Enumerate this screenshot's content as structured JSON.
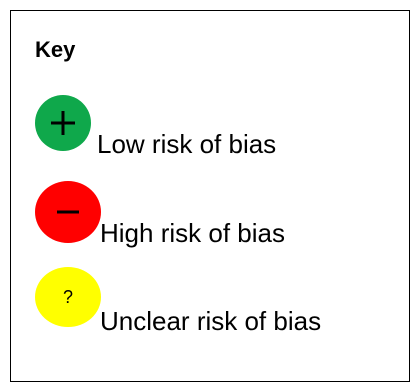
{
  "key": {
    "title": "Key",
    "items": [
      {
        "label": "Low risk of bias",
        "symbol": "+",
        "icon": "plus-icon",
        "color": "#0fa84b"
      },
      {
        "label": "High risk of bias",
        "symbol": "−",
        "icon": "minus-icon",
        "color": "#ff0000"
      },
      {
        "label": "Unclear risk of bias",
        "symbol": "?",
        "icon": "question-icon",
        "color": "#ffff00"
      }
    ]
  }
}
